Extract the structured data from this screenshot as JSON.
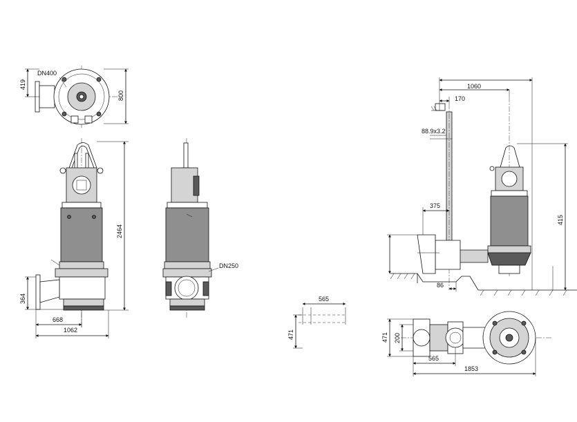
{
  "drawing": {
    "labels": {
      "flange_top": "DN400",
      "flange_side": "DN250",
      "pipe": "88.9x3.2"
    },
    "dimensions": {
      "top_left_height": "419",
      "top_total": "800",
      "height_total": "2464",
      "flange_height": "364",
      "width_668": "668",
      "width_1062": "1062",
      "install_1060": "1060",
      "install_170": "170",
      "install_375": "375",
      "install_86": "86",
      "install_415": "415",
      "base_565_top": "565",
      "base_471_left": "471",
      "plan_471": "471",
      "plan_200": "200",
      "plan_565": "565",
      "plan_1853": "1853"
    }
  }
}
